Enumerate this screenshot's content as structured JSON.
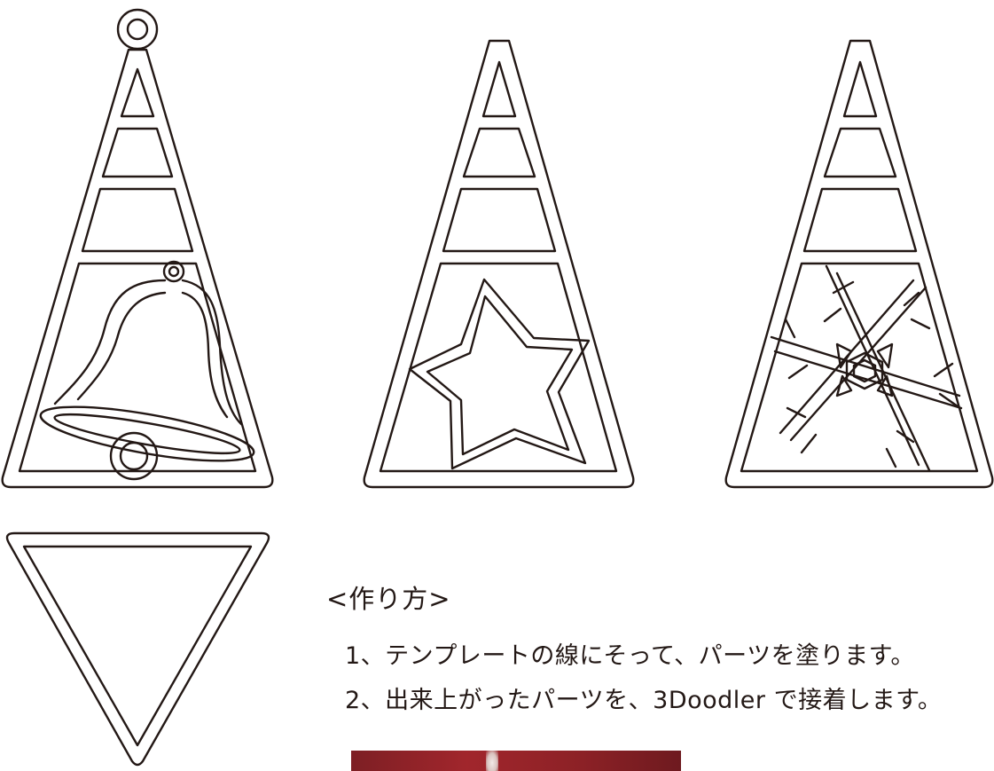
{
  "instructions": {
    "heading": "<作り方>",
    "steps": [
      "1、テンプレートの線にそって、パーツを塗ります。",
      "2、出来上がったパーツを、3Doodler で接着します。"
    ]
  },
  "templates": [
    {
      "motif": "bell-icon"
    },
    {
      "motif": "star-icon"
    },
    {
      "motif": "snowflake-icon"
    },
    {
      "motif": "inverted-triangle-icon"
    }
  ],
  "colors": {
    "line": "#231815",
    "photo": "#a1262c"
  }
}
